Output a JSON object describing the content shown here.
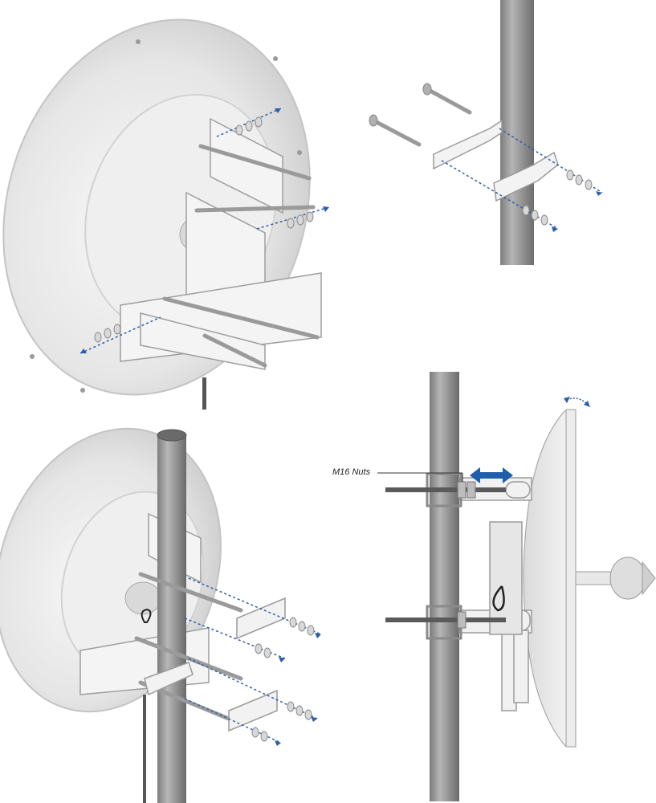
{
  "diagram": {
    "panels": [
      {
        "id": "bracket-to-dish",
        "step": 1
      },
      {
        "id": "bracket-to-pole",
        "step": 2
      },
      {
        "id": "mount-dish-on-pole",
        "step": 3
      },
      {
        "id": "adjust-elevation",
        "step": 4
      }
    ],
    "callouts": {
      "nuts": "M16 Nuts"
    },
    "colors": {
      "dish": "#ececec",
      "dish_shadow": "#cfcfcf",
      "pole": "#8f8f8f",
      "pole_light": "#b9b9b9",
      "bracket": "#f2f2f2",
      "bolt": "#a7a7a7",
      "guide_line": "#2a5ea8",
      "arrow": "#1f5faa"
    }
  }
}
